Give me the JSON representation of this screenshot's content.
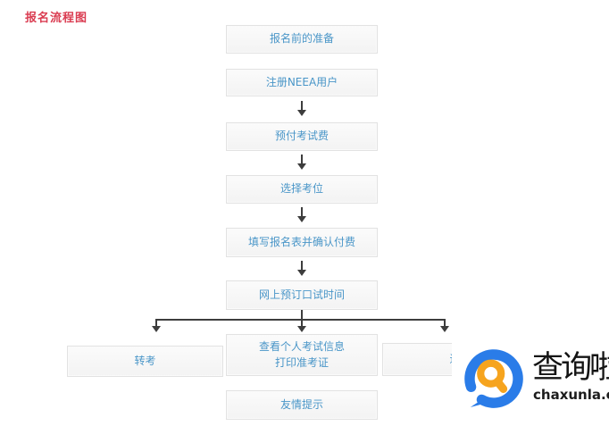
{
  "page": {
    "title": "报名流程图"
  },
  "flow": {
    "main_steps": [
      {
        "label": "报名前的准备"
      },
      {
        "label": "注册NEEA用户"
      },
      {
        "label": "预付考试费"
      },
      {
        "label": "选择考位"
      },
      {
        "label": "填写报名表并确认付费"
      },
      {
        "label": "网上预订口试时间"
      }
    ],
    "branches": {
      "left": {
        "label": "转考"
      },
      "center": {
        "label_line1": "查看个人考试信息",
        "label_line2": "打印准考证"
      },
      "right": {
        "label": "退考"
      }
    },
    "footer_step": {
      "label": "友情提示"
    }
  },
  "watermark": {
    "brand_name": "查询啦",
    "domain": "chaxunla.com",
    "logo_icon": "magnifier-logo-icon",
    "logo_blue": "#2a7ce8",
    "logo_orange": "#f6a41e"
  },
  "colors": {
    "title_red": "#da3c51",
    "box_text_blue": "#4a96c8",
    "box_background": "#f6f6f6",
    "box_border": "#e2e2e2",
    "arrow_gray": "#3d3d3d"
  }
}
